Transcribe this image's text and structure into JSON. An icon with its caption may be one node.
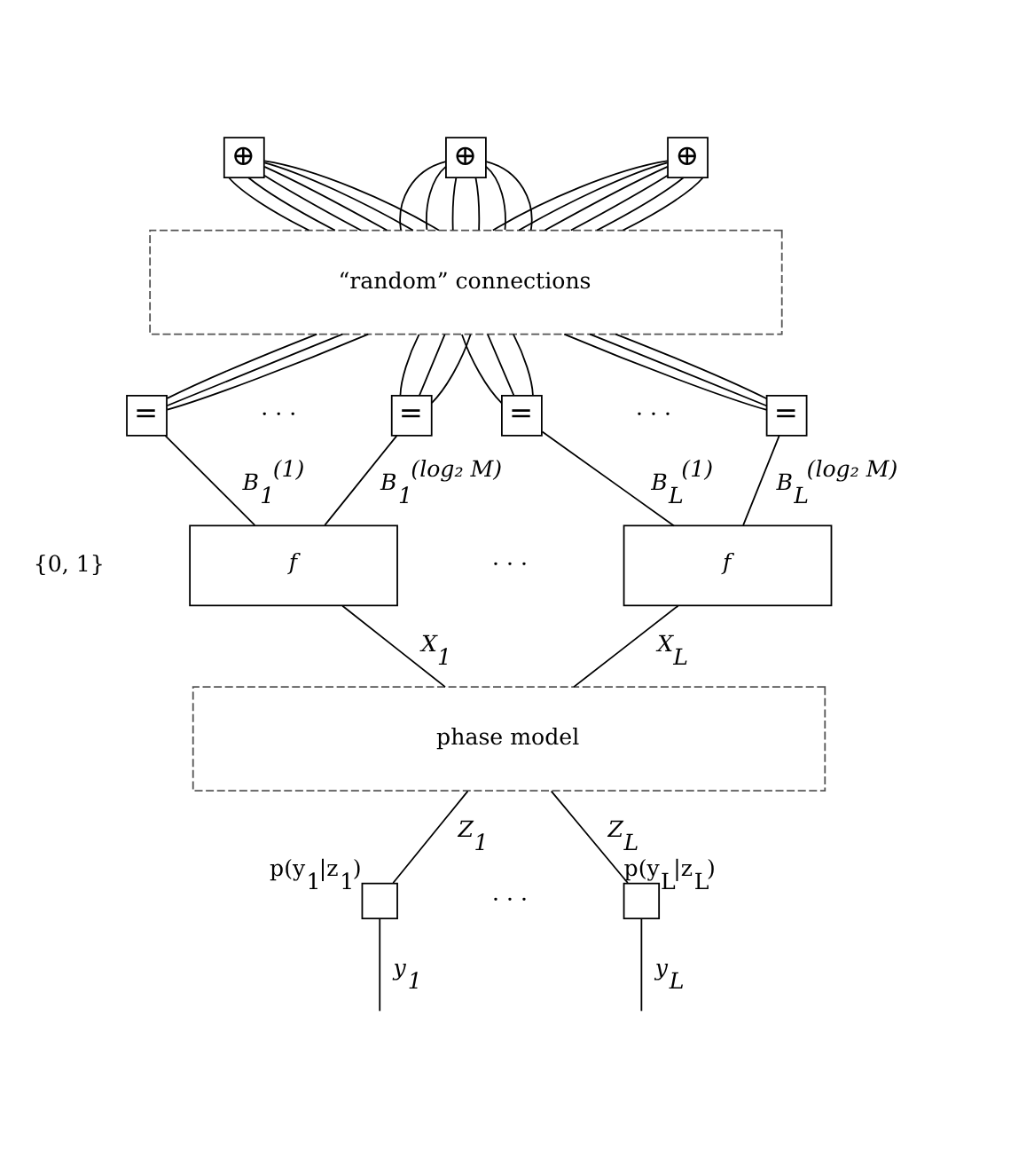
{
  "diagram": {
    "nodes": [
      {
        "text": [
          "⊕"
        ]
      },
      {
        "text": [
          "⊕"
        ]
      },
      {
        "text": [
          "⊕"
        ]
      },
      {
        "text": [
          "“random” connections"
        ]
      },
      {
        "text": [
          "="
        ]
      },
      {
        "text": [
          "="
        ]
      },
      {
        "text": [
          "="
        ]
      },
      {
        "text": [
          "="
        ]
      },
      {
        "text": [
          "f"
        ]
      },
      {
        "text": [
          "f"
        ]
      },
      {
        "text": [
          "phase model"
        ]
      },
      {
        "text": [],
        "shape": "box",
        "beside": [
          "p(y$_{1}$|z$_{1}$)"
        ]
      },
      {
        "text": [],
        "shape": "box",
        "beside": [
          "p(y$_{L}$|z$_{L}$)"
        ]
      }
    ],
    "edges": [
      {
        "from": 0,
        "to": 3,
        "arrow": "none"
      },
      {
        "from": 0,
        "to": 3,
        "arrow": "none"
      },
      {
        "from": 0,
        "to": 3,
        "arrow": "none"
      },
      {
        "from": 0,
        "to": 3,
        "arrow": "none"
      },
      {
        "from": 0,
        "to": 3,
        "arrow": "none"
      },
      {
        "from": 0,
        "to": 3,
        "arrow": "none"
      },
      {
        "from": 1,
        "to": 3,
        "arrow": "none"
      },
      {
        "from": 1,
        "to": 3,
        "arrow": "none"
      },
      {
        "from": 1,
        "to": 3,
        "arrow": "none"
      },
      {
        "from": 1,
        "to": 3,
        "arrow": "none"
      },
      {
        "from": 1,
        "to": 3,
        "arrow": "none"
      },
      {
        "from": 1,
        "to": 3,
        "arrow": "none"
      },
      {
        "from": 2,
        "to": 3,
        "arrow": "none"
      },
      {
        "from": 2,
        "to": 3,
        "arrow": "none"
      },
      {
        "from": 2,
        "to": 3,
        "arrow": "none"
      },
      {
        "from": 2,
        "to": 3,
        "arrow": "none"
      },
      {
        "from": 2,
        "to": 3,
        "arrow": "none"
      },
      {
        "from": 2,
        "to": 3,
        "arrow": "none"
      },
      {
        "from": 3,
        "to": 4,
        "arrow": "none"
      },
      {
        "from": 3,
        "to": 4,
        "arrow": "none"
      },
      {
        "from": 3,
        "to": 4,
        "arrow": "none"
      },
      {
        "from": 3,
        "to": 5,
        "arrow": "none"
      },
      {
        "from": 3,
        "to": 5,
        "arrow": "none"
      },
      {
        "from": 3,
        "to": 5,
        "arrow": "none"
      },
      {
        "from": 3,
        "to": 6,
        "arrow": "none"
      },
      {
        "from": 3,
        "to": 6,
        "arrow": "none"
      },
      {
        "from": 3,
        "to": 6,
        "arrow": "none"
      },
      {
        "from": 3,
        "to": 7,
        "arrow": "none"
      },
      {
        "from": 3,
        "to": 7,
        "arrow": "none"
      },
      {
        "from": 3,
        "to": 7,
        "arrow": "none"
      },
      {
        "from": 4,
        "to": 8,
        "arrow": "none",
        "label": "B$_{1}$$^{(1)}$"
      },
      {
        "from": 5,
        "to": 8,
        "arrow": "none",
        "label": "B$_{1}$$^{(log₂ M)}$"
      },
      {
        "from": 6,
        "to": 9,
        "arrow": "none",
        "label": "B$_{L}$$^{(1)}$"
      },
      {
        "from": 7,
        "to": 9,
        "arrow": "none",
        "label": "B$_{L}$$^{(log₂ M)}$"
      },
      {
        "from": 8,
        "to": 10,
        "arrow": "none",
        "label": "X$_{1}$"
      },
      {
        "from": 9,
        "to": 10,
        "arrow": "none",
        "label": "X$_{L}$"
      },
      {
        "from": 10,
        "to": 11,
        "arrow": "none",
        "label": "Z$_{1}$"
      },
      {
        "from": 10,
        "to": 12,
        "arrow": "none",
        "label": "Z$_{L}$"
      },
      {
        "from": 11,
        "to": null,
        "arrow": "none",
        "label": "y$_{1}$"
      },
      {
        "from": 12,
        "to": null,
        "arrow": "none",
        "label": "y$_{L}$"
      }
    ],
    "labels": [
      "· · ·",
      "· · ·",
      "{0, 1}",
      "· · ·",
      "· · ·"
    ]
  }
}
